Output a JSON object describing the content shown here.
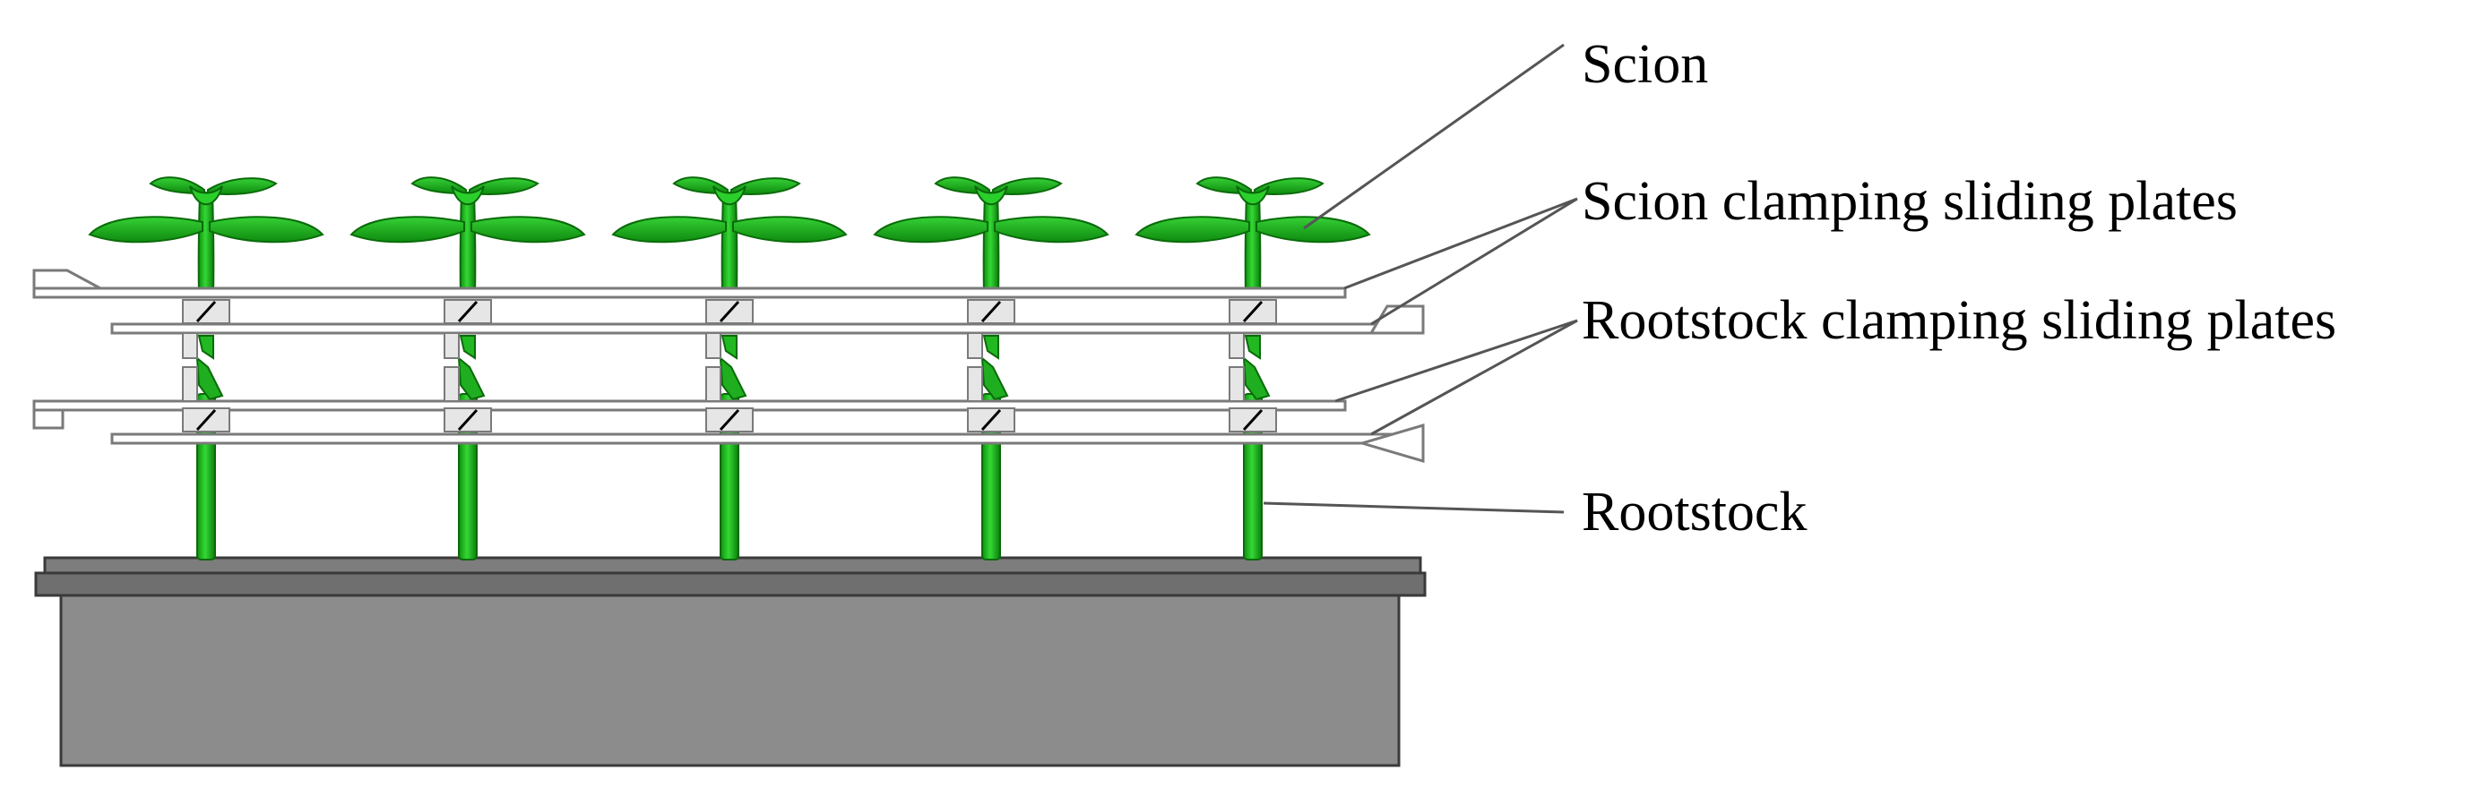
{
  "labels": {
    "scion": "Scion",
    "scion_plates": "Scion clamping sliding plates",
    "rootstock_plates": "Rootstock clamping sliding plates",
    "rootstock": "Rootstock"
  },
  "colors": {
    "seedling_green": "#1fc01f",
    "seedling_dark": "#0a6b0a",
    "plate_fill": "#ffffff",
    "plate_stroke": "#7a7a7a",
    "clamp_fill": "#e6e6e6",
    "tray_rim": "#7d7d7d",
    "tray_body": "#8c8c8c",
    "tray_stroke": "#3a3a3a",
    "leader_line": "#555555"
  },
  "seedling_count": 5
}
